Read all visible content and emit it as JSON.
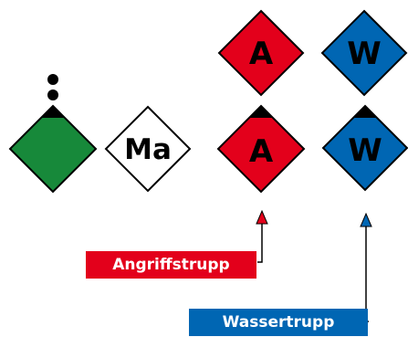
{
  "colors": {
    "red": "#e3001b",
    "blue": "#0066b3",
    "green": "#17893a",
    "black": "#000000",
    "white": "#ffffff"
  },
  "symbols": {
    "green_unit": {
      "fill": "green",
      "letter": "",
      "marker": "leader-triangle",
      "rank_dots": 2
    },
    "ma_unit": {
      "fill": "white",
      "letter": "Ma"
    },
    "angriffstrupp_top": {
      "fill": "red",
      "letter": "A"
    },
    "angriffstrupp_bottom": {
      "fill": "red",
      "letter": "A",
      "marker": "leader-triangle"
    },
    "wassertrupp_top": {
      "fill": "blue",
      "letter": "W"
    },
    "wassertrupp_bottom": {
      "fill": "blue",
      "letter": "W",
      "marker": "leader-triangle"
    }
  },
  "labels": {
    "angriffstrupp": "Angriffstrupp",
    "wassertrupp": "Wassertrupp"
  }
}
